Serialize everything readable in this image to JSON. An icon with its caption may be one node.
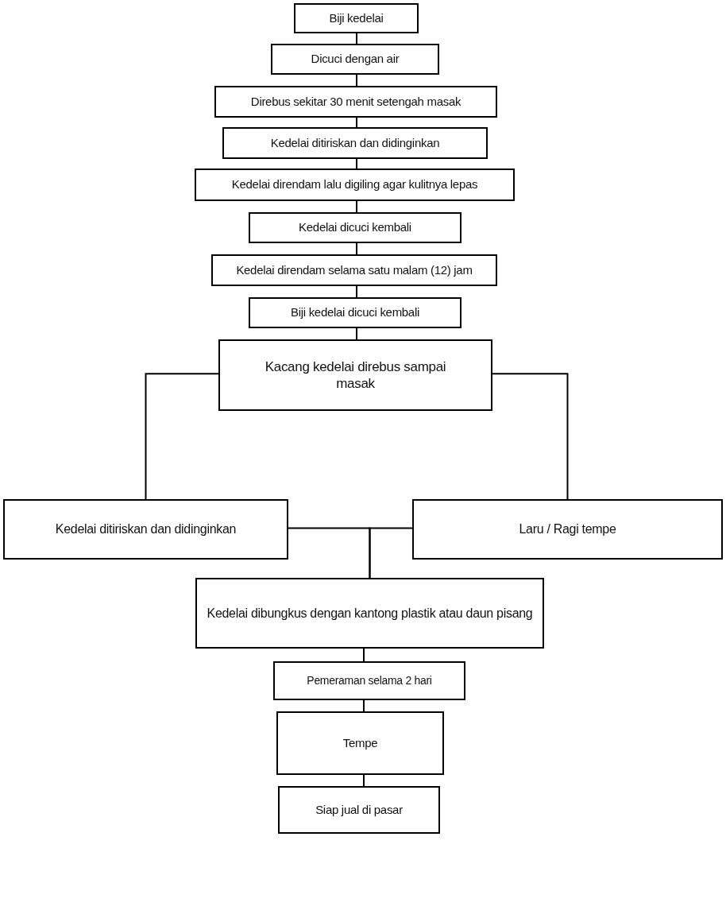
{
  "diagram": {
    "nodes": [
      {
        "text": [
          "Biji kedelai"
        ]
      },
      {
        "text": [
          "Dicuci dengan air"
        ]
      },
      {
        "text": [
          "Direbus sekitar 30 menit setengah masak"
        ]
      },
      {
        "text": [
          "Kedelai ditiriskan dan didinginkan"
        ]
      },
      {
        "text": [
          "Kedelai direndam lalu digiling agar kulitnya lepas"
        ]
      },
      {
        "text": [
          "Kedelai dicuci kembali"
        ]
      },
      {
        "text": [
          "Kedelai direndam selama satu malam (12) jam"
        ]
      },
      {
        "text": [
          "Biji kedelai dicuci kembali"
        ]
      },
      {
        "text": [
          "Kacang kedelai direbus sampai masak"
        ]
      },
      {
        "text": [
          "Kedelai ditiriskan dan didinginkan"
        ]
      },
      {
        "text": [
          "Laru / Ragi tempe"
        ]
      },
      {
        "text": [
          "Kedelai dibungkus dengan kantong plastik atau daun pisang"
        ]
      },
      {
        "text": [
          "Pemeraman selama 2 hari"
        ]
      },
      {
        "text": [
          "Tempe"
        ]
      },
      {
        "text": [
          "Siap jual di pasar"
        ]
      }
    ],
    "edges": [
      {
        "from": 0,
        "to": 1,
        "arrow": "none"
      },
      {
        "from": 1,
        "to": 2,
        "arrow": "none"
      },
      {
        "from": 2,
        "to": 3,
        "arrow": "none"
      },
      {
        "from": 3,
        "to": 4,
        "arrow": "none"
      },
      {
        "from": 4,
        "to": 5,
        "arrow": "none"
      },
      {
        "from": 5,
        "to": 6,
        "arrow": "none"
      },
      {
        "from": 6,
        "to": 7,
        "arrow": "none"
      },
      {
        "from": 7,
        "to": 8,
        "arrow": "none"
      },
      {
        "from": 8,
        "to": 9,
        "arrow": "none"
      },
      {
        "from": 8,
        "to": 10,
        "arrow": "none"
      },
      {
        "from": 9,
        "to": 11,
        "arrow": "none"
      },
      {
        "from": 10,
        "to": 11,
        "arrow": "none"
      },
      {
        "from": 11,
        "to": 12,
        "arrow": "none"
      },
      {
        "from": 12,
        "to": 13,
        "arrow": "none"
      },
      {
        "from": 13,
        "to": 14,
        "arrow": "none"
      }
    ]
  }
}
